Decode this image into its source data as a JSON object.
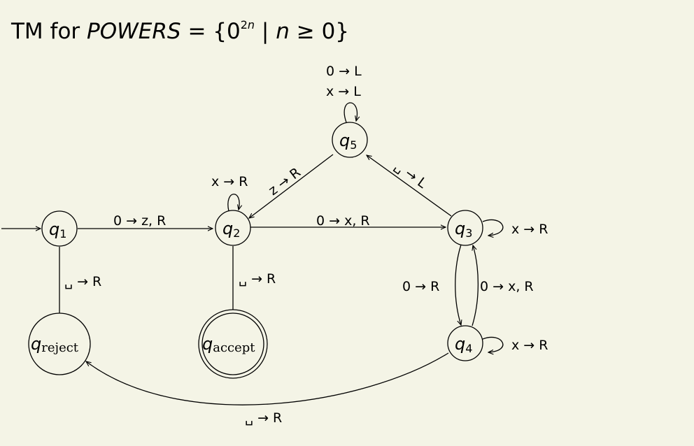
{
  "title": {
    "prefix": "TM for",
    "language": "POWERS",
    "set_open": " = {0",
    "exponent_base": "2",
    "exponent_var": "n",
    "condition_var": "n",
    "set_close": " ≥ 0}",
    "separator": "|"
  },
  "states": [
    {
      "id": "q1",
      "letter": "q",
      "sub": "1"
    },
    {
      "id": "q2",
      "letter": "q",
      "sub": "2"
    },
    {
      "id": "q3",
      "letter": "q",
      "sub": "3"
    },
    {
      "id": "q4",
      "letter": "q",
      "sub": "4"
    },
    {
      "id": "q5",
      "letter": "q",
      "sub": "5"
    },
    {
      "id": "qreject",
      "letter": "q",
      "sub": "reject"
    },
    {
      "id": "qaccept",
      "letter": "q",
      "sub": "accept"
    }
  ],
  "transitions": {
    "q1_q2": "0 → z, R",
    "q1_qreject": "␣ → R",
    "q2_loop": "x → R",
    "q2_q3": "0 → x, R",
    "q2_qaccept": "␣ → R",
    "q5_q2": "z → R",
    "q3_q5": "␣ → L",
    "q5_loop_a": "0 → L",
    "q5_loop_b": "x → L",
    "q3_loop": "x → R",
    "q3_q4": "0 → R",
    "q4_q3": "0 → x, R",
    "q4_loop": "x → R",
    "q4_qreject": "␣ → R"
  }
}
